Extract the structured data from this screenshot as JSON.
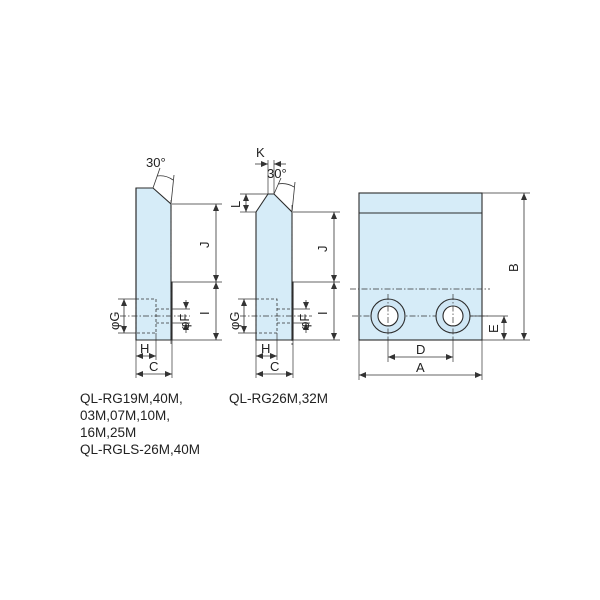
{
  "colors": {
    "part_fill": "#d6ecf8",
    "line": "#2b2b2b"
  },
  "dimension_labels": {
    "angle": "30°",
    "A": "A",
    "B": "B",
    "C": "C",
    "D": "D",
    "E": "E",
    "F": "F",
    "G": "G",
    "H": "H",
    "I": "I",
    "J": "J",
    "K": "K",
    "L": "L",
    "phiG": "φG",
    "phiF": "φF"
  },
  "captions": {
    "left": [
      "QL-RG19M,40M,",
      "03M,07M,10M,",
      "16M,25M",
      "QL-RGLS-26M,40M"
    ],
    "middle": "QL-RG26M,32M"
  }
}
